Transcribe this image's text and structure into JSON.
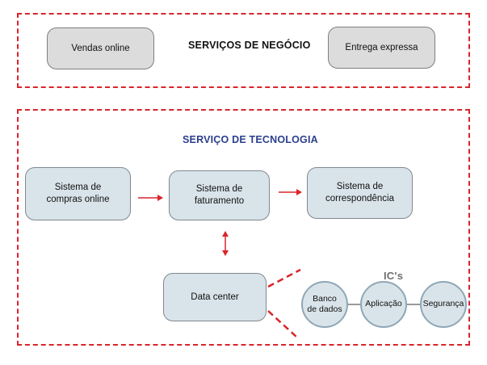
{
  "business": {
    "title": "SERVIÇOS DE NEGÓCIO",
    "left_box": "Vendas online",
    "right_box": "Entrega expressa"
  },
  "technology": {
    "title": "SERVIÇO DE TECNOLOGIA",
    "purchase_system": "Sistema de\ncompras online",
    "billing_system": "Sistema de\nfaturamento",
    "correspondence_system": "Sistema de\ncorrespondência",
    "data_center": "Data center"
  },
  "ics": {
    "title": "IC's",
    "items": [
      "Banco\nde dados",
      "Aplicação",
      "Segurança"
    ]
  },
  "colors": {
    "accent_red": "#d9252b",
    "tech_title": "#2b3f8c",
    "ic_title": "#707070"
  }
}
